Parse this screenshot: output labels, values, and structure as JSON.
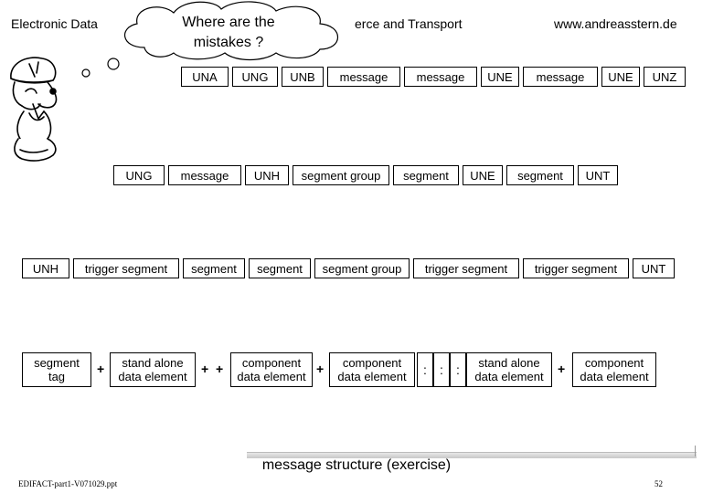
{
  "header": {
    "left": "Electronic Data",
    "middle": "erce and Transport",
    "right": "www.andreasstern.de"
  },
  "callout": {
    "line1": "Where are the",
    "line2": "mistakes ?"
  },
  "row1": [
    "UNA",
    "UNG",
    "UNB",
    "message",
    "message",
    "UNE",
    "message",
    "UNE",
    "UNZ"
  ],
  "row2": [
    "UNG",
    "message",
    "UNH",
    "segment group",
    "segment",
    "UNE",
    "segment",
    "UNT"
  ],
  "row3": [
    "UNH",
    "trigger segment",
    "segment",
    "segment",
    "segment group",
    "trigger segment",
    "trigger segment",
    "UNT"
  ],
  "row4": {
    "segment_tag": [
      "segment",
      "tag"
    ],
    "stand_alone_1": [
      "stand alone",
      "data element"
    ],
    "component_1": [
      "component",
      "data element"
    ],
    "component_2": [
      "component",
      "data element"
    ],
    "colon": ":",
    "stand_alone_2": [
      "stand alone",
      "data element"
    ],
    "component_3": [
      "component",
      "data element"
    ],
    "plus": "+"
  },
  "caption": "message structure (exercise)",
  "footer": {
    "left": "EDIFACT-part1-V071029.ppt",
    "right": "52"
  }
}
